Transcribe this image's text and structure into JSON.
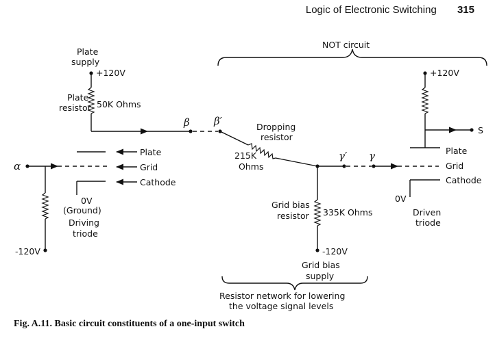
{
  "header": {
    "title": "Logic of Electronic Switching",
    "page_number": "315"
  },
  "labels": {
    "not_circuit": "NOT circuit",
    "plate_supply": "Plate supply",
    "plus_120v_left": "+120V",
    "plate_resistor": "Plate resistor",
    "ohms_50k": "50K Ohms",
    "beta": "β",
    "beta_prime": "β′",
    "dropping_resistor": "Dropping resistor",
    "ohms_215k": "215K Ohms",
    "gamma_prime": "γ′",
    "gamma": "γ",
    "alpha": "α",
    "plate_left": "Plate",
    "grid_left": "Grid",
    "cathode_left": "Cathode",
    "zero_v_ground": "0V (Ground)",
    "driving_triode": "Driving triode",
    "minus_120v_left": "-120V",
    "grid_bias_resistor": "Grid bias resistor",
    "ohms_335k": "335K Ohms",
    "minus_120v_mid": "-120V",
    "grid_bias_supply": "Grid bias supply",
    "resistor_network": "Resistor network for lowering the voltage signal levels",
    "plus_120v_right": "+120V",
    "s": "S",
    "plate_right": "Plate",
    "grid_right": "Grid",
    "cathode_right": "Cathode",
    "zero_v_right": "0V",
    "driven_triode": "Driven triode"
  },
  "caption": "Fig. A.11. Basic circuit constituents of a one-input switch"
}
